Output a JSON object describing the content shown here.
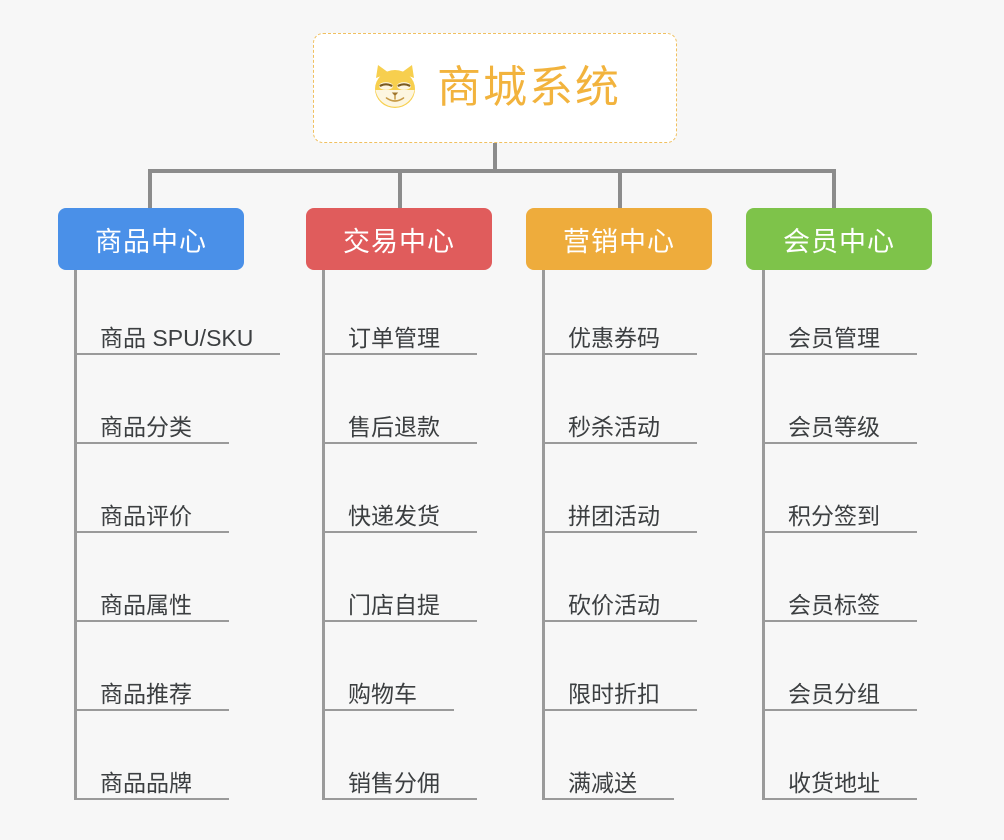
{
  "diagram": {
    "type": "org-tree",
    "background": "#f7f7f7",
    "connector_color": "#8c8c8c"
  },
  "root": {
    "title": "商城系统",
    "icon": "shiba-dog-face-icon",
    "text_color": "#f2b33d",
    "border_color": "#f0c060",
    "background": "#ffffff"
  },
  "categories": [
    {
      "label": "商品中心",
      "color": "#4a90e8",
      "items": [
        "商品 SPU/SKU",
        "商品分类",
        "商品评价",
        "商品属性",
        "商品推荐",
        "商品品牌"
      ]
    },
    {
      "label": "交易中心",
      "color": "#e05c5c",
      "items": [
        "订单管理",
        "售后退款",
        "快递发货",
        "门店自提",
        "购物车",
        "销售分佣"
      ]
    },
    {
      "label": "营销中心",
      "color": "#eeac3c",
      "items": [
        "优惠券码",
        "秒杀活动",
        "拼团活动",
        "砍价活动",
        "限时折扣",
        "满减送"
      ]
    },
    {
      "label": "会员中心",
      "color": "#7ec34a",
      "items": [
        "会员管理",
        "会员等级",
        "积分签到",
        "会员标签",
        "会员分组",
        "收货地址"
      ]
    }
  ]
}
